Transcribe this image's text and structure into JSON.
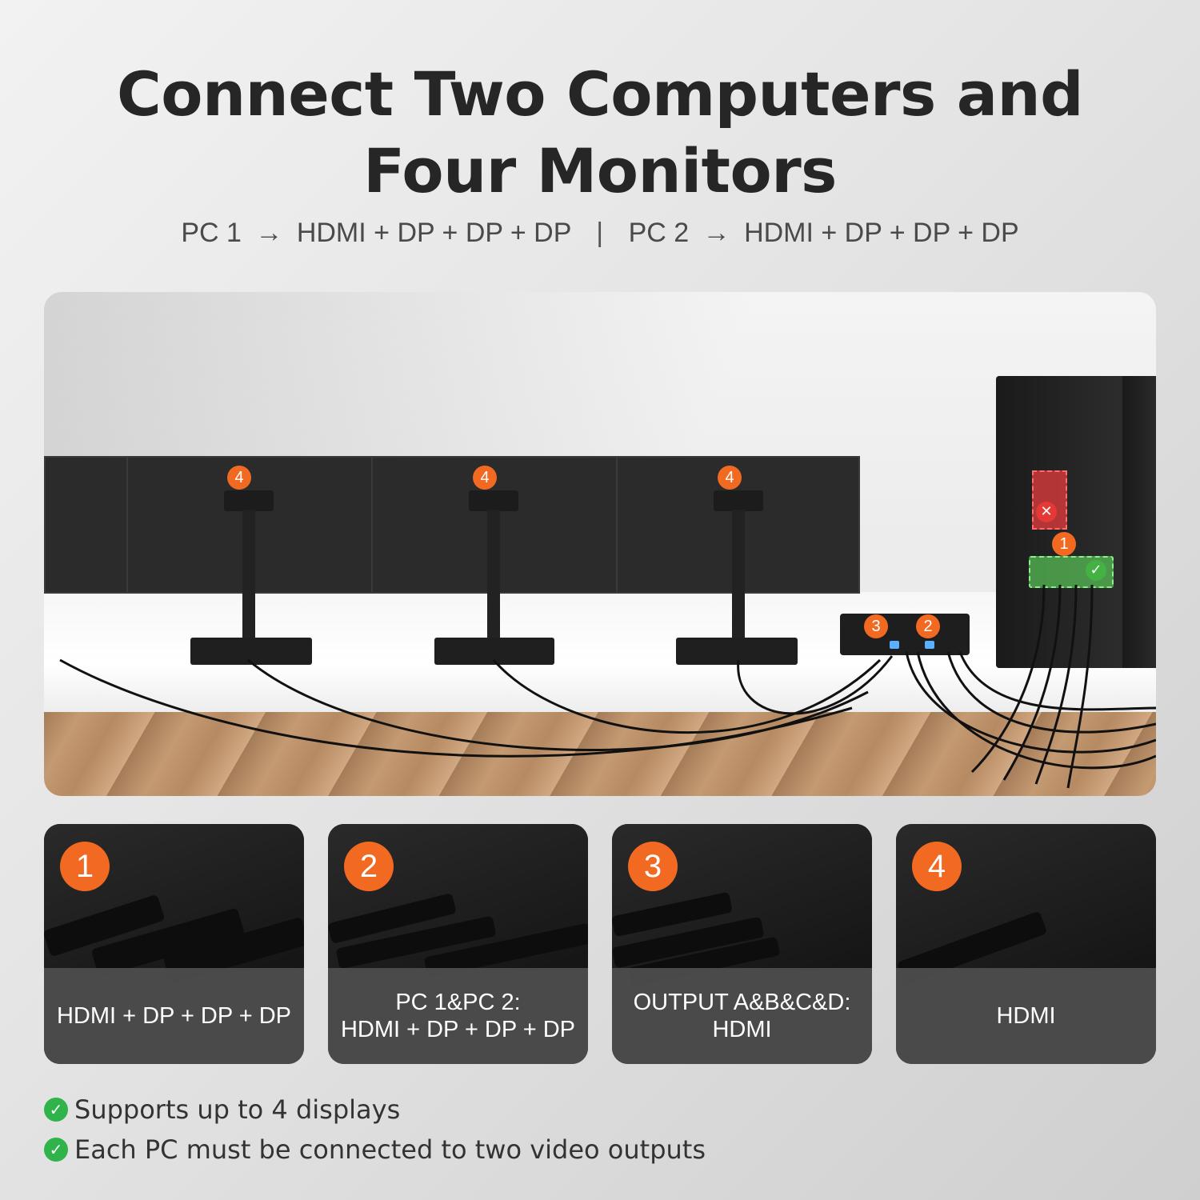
{
  "header": {
    "title_line1": "Connect Two Computers and",
    "title_line2": "Four Monitors",
    "subtitle_pc1": "PC 1",
    "subtitle_pc1_ports": "HDMI + DP + DP + DP",
    "subtitle_separator": "|",
    "subtitle_pc2": "PC 2",
    "subtitle_pc2_ports": "HDMI + DP + DP + DP",
    "arrow_glyph": "→"
  },
  "scene": {
    "badges": [
      "4",
      "4",
      "4",
      "3",
      "2",
      "1"
    ],
    "reject_mark": "✕",
    "accept_mark": "✓"
  },
  "cards": [
    {
      "number": "1",
      "label_lines": [
        "HDMI + DP + DP + DP"
      ]
    },
    {
      "number": "2",
      "label_lines": [
        "PC 1&PC 2:",
        "HDMI + DP + DP + DP"
      ]
    },
    {
      "number": "3",
      "label_lines": [
        "OUTPUT A&B&C&D:",
        "HDMI"
      ]
    },
    {
      "number": "4",
      "label_lines": [
        "HDMI"
      ]
    }
  ],
  "bullets": [
    {
      "icon": "check-circle-icon",
      "text": "Supports up to 4 displays"
    },
    {
      "icon": "check-circle-icon",
      "text": "Each PC must be connected to two video outputs"
    }
  ],
  "colors": {
    "accent": "#f26a21",
    "check_green": "#2fb34a",
    "reject_red": "#e53935"
  }
}
